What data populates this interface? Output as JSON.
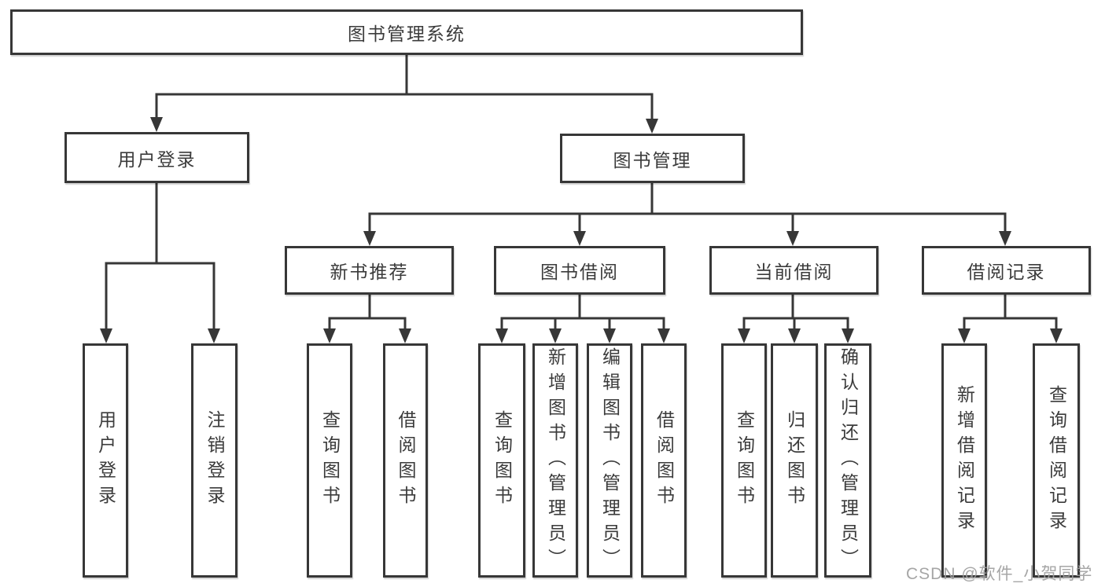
{
  "colors": {
    "background": "#ffffff",
    "line": "#373737",
    "box_border": "#373737",
    "box_fill": "#ffffff",
    "text": "#3b3b3b",
    "watermark": "#9e9e9e"
  },
  "tree": {
    "root": {
      "label": "图书管理系统"
    },
    "branches": [
      {
        "label": "用户登录",
        "children": [
          {
            "label": "用户登录"
          },
          {
            "label": "注销登录"
          }
        ]
      },
      {
        "label": "图书管理",
        "children": [
          {
            "label": "新书推荐",
            "children": [
              {
                "label": "查询图书"
              },
              {
                "label": "借阅图书"
              }
            ]
          },
          {
            "label": "图书借阅",
            "children": [
              {
                "label": "查询图书"
              },
              {
                "label": "新增图书（管理员）"
              },
              {
                "label": "编辑图书（管理员）"
              },
              {
                "label": "借阅图书"
              }
            ]
          },
          {
            "label": "当前借阅",
            "children": [
              {
                "label": "查询图书"
              },
              {
                "label": "归还图书"
              },
              {
                "label": "确认归还（管理员）"
              }
            ]
          },
          {
            "label": "借阅记录",
            "children": [
              {
                "label": "新增借阅记录"
              },
              {
                "label": "查询借阅记录"
              }
            ]
          }
        ]
      }
    ]
  },
  "watermark": {
    "text": "CSDN @软件_小贺同学"
  }
}
